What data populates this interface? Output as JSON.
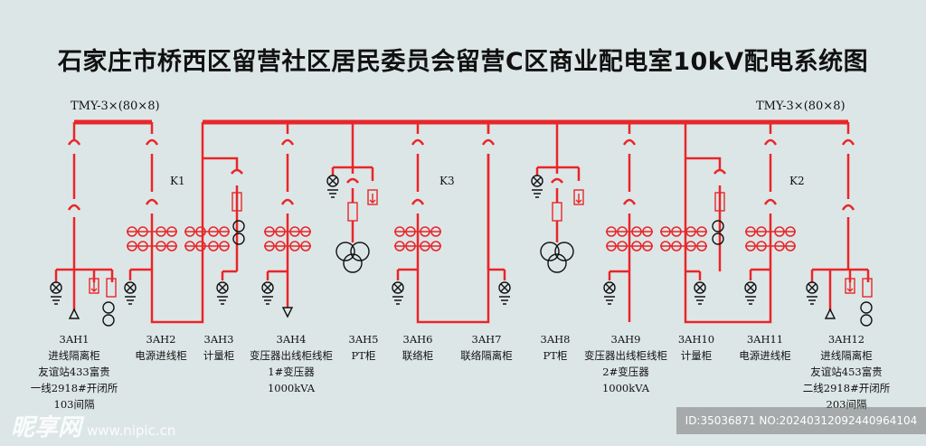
{
  "title": "石家庄市桥西区留营社区居民委员会留营C区商业配电室10kV配电系统图",
  "busbar_left_label": "TMY-3×(80×8)",
  "busbar_right_label": "TMY-3×(80×8)",
  "switch_labels": [
    "K1",
    "K3",
    "K2"
  ],
  "line_color": "#e8262a",
  "cabinets": [
    {
      "id": "3AH1",
      "lines": [
        "3AH1",
        "进线隔离柜",
        "友谊站433富贵",
        "一线2918#开闭所",
        "103间隔"
      ]
    },
    {
      "id": "3AH2",
      "lines": [
        "3AH2",
        "电源进线柜"
      ]
    },
    {
      "id": "3AH3",
      "lines": [
        "3AH3",
        "计量柜"
      ]
    },
    {
      "id": "3AH4",
      "lines": [
        "3AH4",
        "变压器出线柜线柜",
        "1#变压器",
        "1000kVA"
      ]
    },
    {
      "id": "3AH5",
      "lines": [
        "3AH5",
        "PT柜"
      ]
    },
    {
      "id": "3AH6",
      "lines": [
        "3AH6",
        "联络柜"
      ]
    },
    {
      "id": "3AH7",
      "lines": [
        "3AH7",
        "联络隔离柜"
      ]
    },
    {
      "id": "3AH8",
      "lines": [
        "3AH8",
        "PT柜"
      ]
    },
    {
      "id": "3AH9",
      "lines": [
        "3AH9",
        "变压器出线柜线柜",
        "2#变压器",
        "1000kVA"
      ]
    },
    {
      "id": "3AH10",
      "lines": [
        "3AH10",
        "计量柜"
      ]
    },
    {
      "id": "3AH11",
      "lines": [
        "3AH11",
        "电源进线柜"
      ]
    },
    {
      "id": "3AH12",
      "lines": [
        "3AH12",
        "进线隔离柜",
        "友谊站453富贵",
        "二线2918#开闭所",
        "203间隔"
      ]
    }
  ],
  "watermark": {
    "brand": "昵享网",
    "url": "www.nipic.cn"
  },
  "image_id": "ID:35036871 NO:20240312092440964104"
}
